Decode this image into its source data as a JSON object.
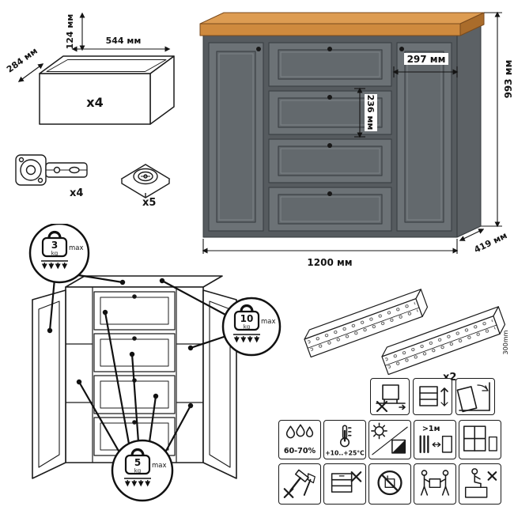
{
  "drawer_box": {
    "dim_height": "124 мм",
    "dim_width": "544 мм",
    "dim_depth": "284 мм",
    "count": "x4"
  },
  "hardware": {
    "hinge_count": "x4",
    "cam_count": "x5"
  },
  "commode": {
    "dim_door_width": "297 мм",
    "dim_drawer_height": "236 мм",
    "dim_height": "993 мм",
    "dim_width": "1200 мм",
    "dim_depth": "419 мм"
  },
  "load_limits": {
    "top": {
      "value": "3",
      "unit": "kg",
      "label": "max"
    },
    "middle": {
      "value": "10",
      "unit": "kg",
      "label": "max"
    },
    "bottom": {
      "value": "5",
      "unit": "kg",
      "label": "max"
    }
  },
  "slides": {
    "count": "x2",
    "length": "300mm"
  },
  "care": {
    "humidity": "60-70%",
    "temperature": "+10..+25°C",
    "distance": ">1м"
  },
  "care_icons": {
    "row1": [
      "no-drag",
      "lift-to-move",
      "anti-tip"
    ],
    "row2": [
      "humidity",
      "temperature",
      "no-direct-sun",
      "heat-distance",
      "ventilation"
    ],
    "row3": [
      "no-impact",
      "no-overload",
      "no-solvents",
      "carry-two-person",
      "no-climbing"
    ]
  },
  "colors": {
    "body_gray": "#6c7276",
    "body_side": "#5c6165",
    "carcass": "#565b5f",
    "wood_top": "#cf8a3e",
    "wood_light": "#dd9c52",
    "wood_dark": "#aa6c2b",
    "line": "#141414"
  }
}
